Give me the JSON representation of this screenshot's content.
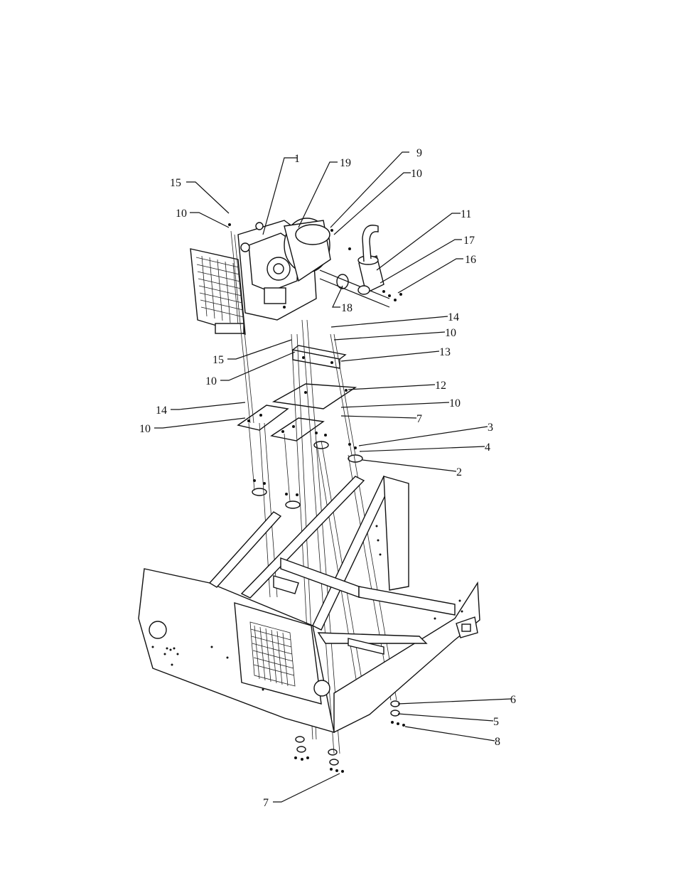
{
  "callouts": [
    {
      "id": "c1",
      "label": "1"
    },
    {
      "id": "c19",
      "label": "19"
    },
    {
      "id": "c9",
      "label": "9"
    },
    {
      "id": "c10a",
      "label": "10"
    },
    {
      "id": "c15a",
      "label": "15"
    },
    {
      "id": "c10b",
      "label": "10"
    },
    {
      "id": "c11",
      "label": "11"
    },
    {
      "id": "c17",
      "label": "17"
    },
    {
      "id": "c16",
      "label": "16"
    },
    {
      "id": "c18",
      "label": "18"
    },
    {
      "id": "c14a",
      "label": "14"
    },
    {
      "id": "c10c",
      "label": "10"
    },
    {
      "id": "c13",
      "label": "13"
    },
    {
      "id": "c15b",
      "label": "15"
    },
    {
      "id": "c10d",
      "label": "10"
    },
    {
      "id": "c12",
      "label": "12"
    },
    {
      "id": "c10e",
      "label": "10"
    },
    {
      "id": "c7a",
      "label": "7"
    },
    {
      "id": "c14b",
      "label": "14"
    },
    {
      "id": "c10f",
      "label": "10"
    },
    {
      "id": "c3",
      "label": "3"
    },
    {
      "id": "c4",
      "label": "4"
    },
    {
      "id": "c2",
      "label": "2"
    },
    {
      "id": "c6",
      "label": "6"
    },
    {
      "id": "c5",
      "label": "5"
    },
    {
      "id": "c8",
      "label": "8"
    },
    {
      "id": "c7b",
      "label": "7"
    }
  ]
}
